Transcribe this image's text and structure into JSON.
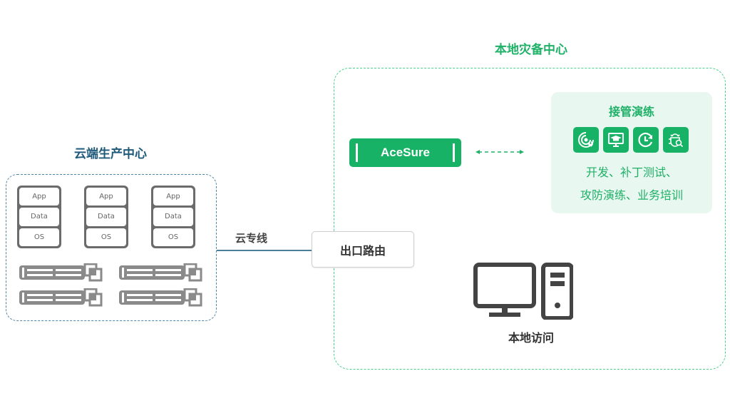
{
  "cloud_center": {
    "title": "云端生产中心",
    "stacks": [
      {
        "layers": [
          "App",
          "Data",
          "OS"
        ]
      },
      {
        "layers": [
          "App",
          "Data",
          "OS"
        ]
      },
      {
        "layers": [
          "App",
          "Data",
          "OS"
        ]
      }
    ],
    "server_count": 4
  },
  "connection": {
    "line_label": "云专线",
    "router_label": "出口路由"
  },
  "dr_center": {
    "title": "本地灾备中心",
    "acesure_label": "AceSure",
    "drill": {
      "title": "接管演练",
      "icons": [
        "network-tools-icon",
        "training-screen-icon",
        "restore-clock-icon",
        "bug-search-icon"
      ],
      "line1": "开发、补丁测试、",
      "line2": "攻防演练、业务培训"
    },
    "local_access_label": "本地访问"
  },
  "colors": {
    "green": "#17b265",
    "green_text": "#1fb168",
    "blue_title": "#1e5a7a",
    "blue_line": "#4a7f9c",
    "gray_icon": "#6b6b6b"
  }
}
